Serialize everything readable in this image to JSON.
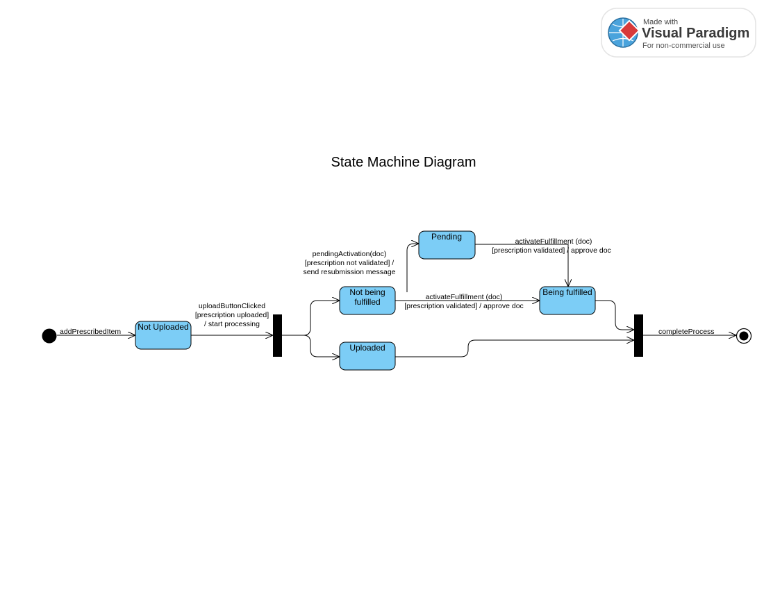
{
  "title": "State Machine Diagram",
  "colors": {
    "state_fill": "#7ccdf6",
    "stroke": "#000000",
    "bar": "#000000"
  },
  "watermark": {
    "made_with": "Made with",
    "brand": "Visual Paradigm",
    "subtitle": "For non-commercial use"
  },
  "states": {
    "not_uploaded": "Not Uploaded",
    "not_being_fulfilled_line1": "Not being",
    "not_being_fulfilled_line2": "fulfilled",
    "uploaded": "Uploaded",
    "pending": "Pending",
    "being_fulfilled": "Being fulfilled"
  },
  "transitions": {
    "add_prescribed_item": "addPrescribedItem",
    "upload_line1": "uploadButtonClicked",
    "upload_line2": "[prescription uploaded]",
    "upload_line3": "/ start processing",
    "pending_line1": "pendingActivation(doc)",
    "pending_line2": "[prescription not validated] /",
    "pending_line3": "send resubmission message",
    "activate_mid_line1": "activateFulfillment (doc)",
    "activate_mid_line2": "[prescription validated] / approve doc",
    "activate_top_line1": "activateFulfillment (doc)",
    "activate_top_line2": "[prescription validated] / approve doc",
    "complete_process": "completeProcess"
  }
}
